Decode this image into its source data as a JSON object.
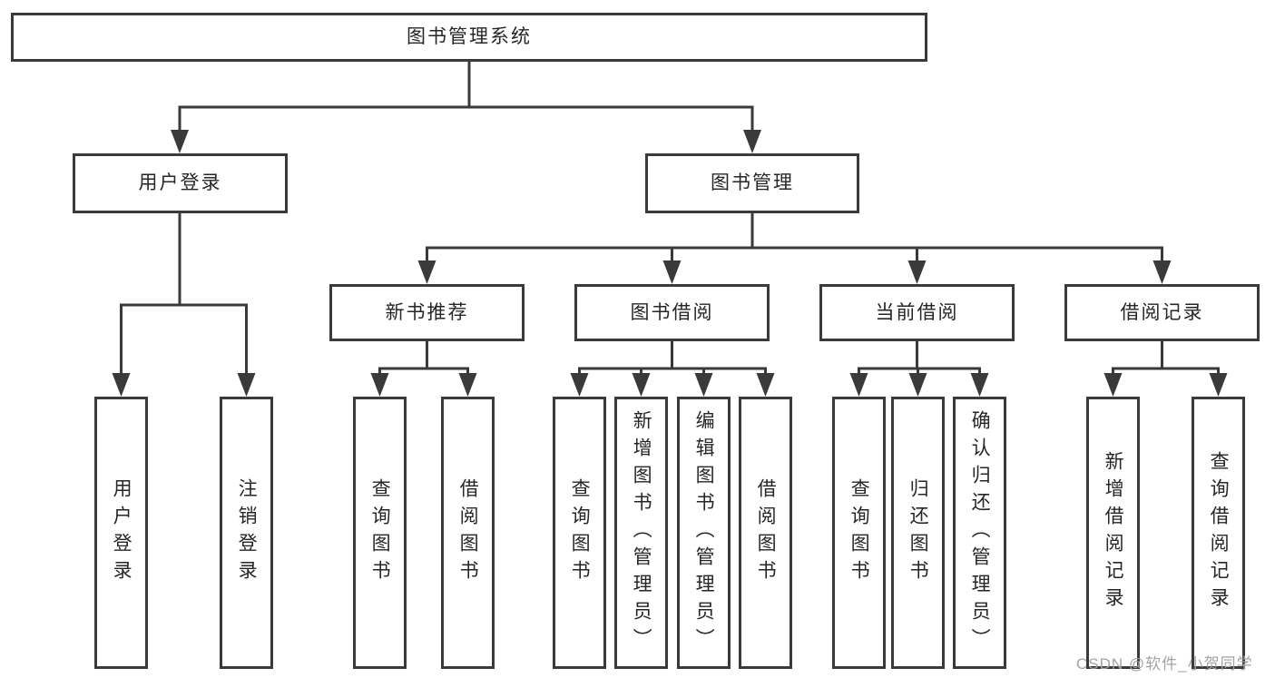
{
  "diagram": {
    "root": {
      "label": "图书管理系统"
    },
    "branches": [
      {
        "label": "用户登录",
        "children": [
          {
            "label": "用户登录"
          },
          {
            "label": "注销登录"
          }
        ]
      },
      {
        "label": "图书管理",
        "children": [
          {
            "label": "新书推荐",
            "children": [
              {
                "label": "查询图书"
              },
              {
                "label": "借阅图书"
              }
            ]
          },
          {
            "label": "图书借阅",
            "children": [
              {
                "label": "查询图书"
              },
              {
                "label": "新增图书（管理员）"
              },
              {
                "label": "编辑图书（管理员）"
              },
              {
                "label": "借阅图书"
              }
            ]
          },
          {
            "label": "当前借阅",
            "children": [
              {
                "label": "查询图书"
              },
              {
                "label": "归还图书"
              },
              {
                "label": "确认归还（管理员）"
              }
            ]
          },
          {
            "label": "借阅记录",
            "children": [
              {
                "label": "新增借阅记录"
              },
              {
                "label": "查询借阅记录"
              }
            ]
          }
        ]
      }
    ]
  },
  "watermark": {
    "text": "CSDN @软件_小贺同学"
  },
  "colors": {
    "line": "#3a3a3a",
    "box_border": "#3a3a3a",
    "text": "#262626",
    "watermark": "#a3a3a3",
    "background": "#ffffff"
  }
}
